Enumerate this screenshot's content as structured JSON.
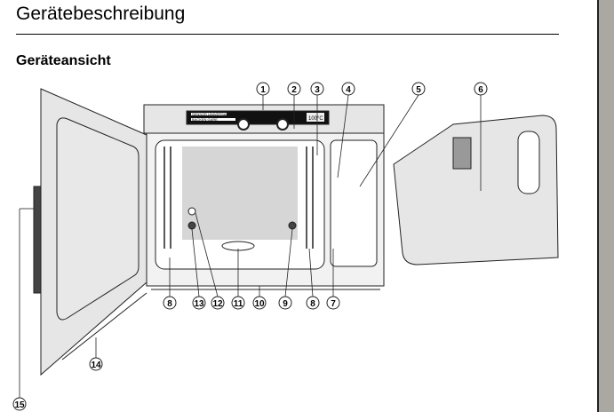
{
  "header": {
    "title": "Gerätebeschreibung",
    "subtitle": "Geräteansicht"
  },
  "display": {
    "text_left_top": "SENSOR UNIVERSAL",
    "text_left_bottom": "BACKEN GARE",
    "readout": "100°C"
  },
  "callouts": {
    "c1": "1",
    "c2": "2",
    "c3": "3",
    "c4": "4",
    "c5": "5",
    "c6": "6",
    "c7": "7",
    "c8a": "8",
    "c8b": "8",
    "c9": "9",
    "c10": "10",
    "c11": "11",
    "c12": "12",
    "c13": "13",
    "c14": "14",
    "c15": "15"
  },
  "colors": {
    "fill": "#e6e6e6",
    "line": "#222222",
    "sidebar": "#a9a8a3"
  }
}
